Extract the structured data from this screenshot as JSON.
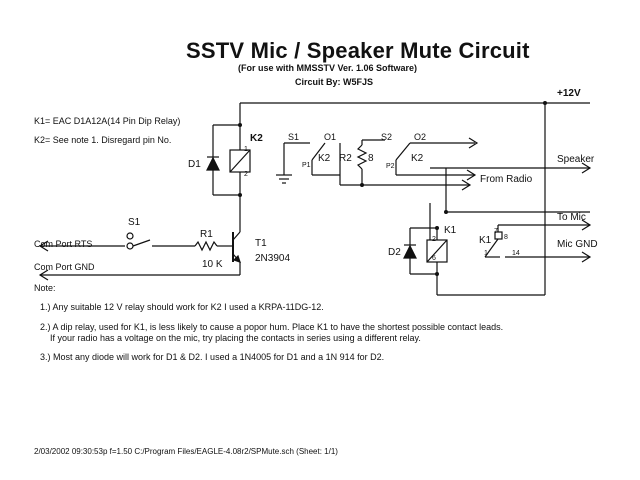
{
  "header": {
    "title": "SSTV Mic / Speaker Mute Circuit",
    "subtitle": "(For use with MMSSTV Ver. 1.06 Software)",
    "author": "Circuit By: W5FJS"
  },
  "parts_notes": {
    "k1": "K1= EAC D1A12A(14 Pin Dip Relay)",
    "k2": "K2= See note 1. Disregard pin No."
  },
  "labels": {
    "supply": "+12V",
    "k2_coil": "K2",
    "d1": "D1",
    "s1_switch": "S1",
    "o1": "O1",
    "s2": "S2",
    "o2": "O2",
    "r2": "R2",
    "r2_pin": "8",
    "k2_contact_a": "K2",
    "k2_contact_b": "K2",
    "p1": "P1",
    "p2": "P2",
    "from_radio": "From Radio",
    "speaker": "Speaker",
    "to_mic": "To Mic",
    "mic_gnd": "Mic GND",
    "k1_coil": "K1",
    "k1_contact": "K1",
    "d2": "D2",
    "s1_rts": "S1",
    "r1": "R1",
    "r1_value": "10 K",
    "t1": "T1",
    "t1_part": "2N3904",
    "com_rts": "Com Port RTS",
    "com_gnd": "Com Port GND",
    "pin1": "1",
    "pin2": "2",
    "pin6": "6",
    "pin8": "8",
    "pin14": "14",
    "pin7": "7",
    "pin1b": "1"
  },
  "notes": {
    "heading": "Note:",
    "n1": "1.) Any suitable 12 V relay should work for K2 I used a KRPA-11DG-12.",
    "n2a": "2.) A dip relay, used for K1, is less likely to cause a popor hum. Place K1 to have the shortest possible contact leads.",
    "n2b": "If your radio has a voltage on the mic, try placing the contacts in series using a different relay.",
    "n3": "3.) Most any diode will work for D1 & D2.  I used a 1N4005 for D1 and a 1N 914 for D2."
  },
  "footer": "2/03/2002 09:30:53p  f=1.50  C:/Program Files/EAGLE-4.08r2/SPMute.sch (Sheet: 1/1)"
}
